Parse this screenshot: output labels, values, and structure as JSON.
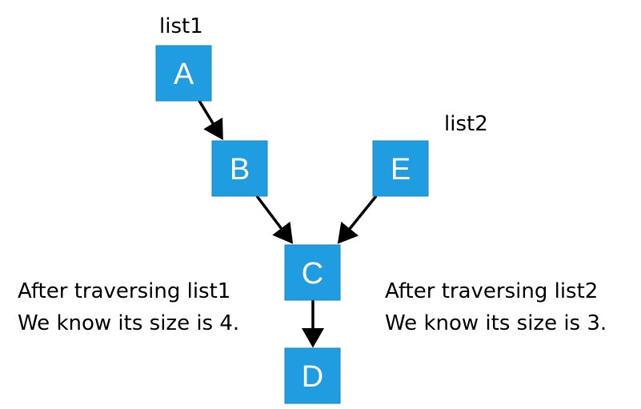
{
  "nodes": {
    "a": "A",
    "b": "B",
    "c": "C",
    "d": "D",
    "e": "E"
  },
  "labels": {
    "list1": "list1",
    "list2": "list2"
  },
  "notes": {
    "left_line1": "After traversing list1",
    "left_line2": "We know its size is 4.",
    "right_line1": "After traversing list2",
    "right_line2": "We know its size is 3."
  },
  "colors": {
    "node_fill": "#1f9de0",
    "node_text": "#ffffff",
    "edge": "#000000"
  },
  "edges": [
    {
      "from": "A",
      "to": "B"
    },
    {
      "from": "B",
      "to": "C"
    },
    {
      "from": "E",
      "to": "C"
    },
    {
      "from": "C",
      "to": "D"
    }
  ]
}
